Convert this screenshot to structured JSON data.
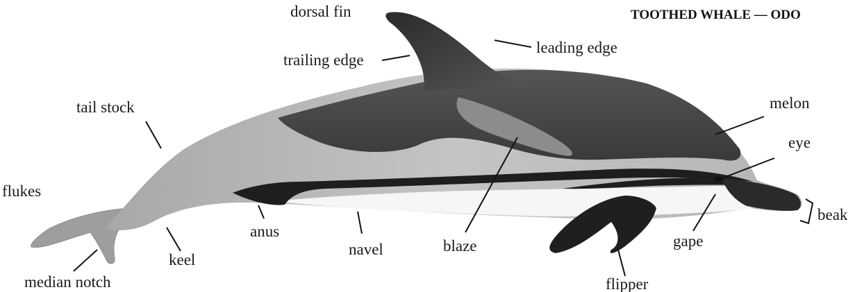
{
  "header": {
    "title": "TOOTHED WHALE — ODO"
  },
  "labels": {
    "dorsal_fin": "dorsal fin",
    "leading_edge": "leading edge",
    "trailing_edge": "trailing edge",
    "tail_stock": "tail stock",
    "melon": "melon",
    "eye": "eye",
    "flukes": "flukes",
    "beak": "beak",
    "anus": "anus",
    "keel": "keel",
    "navel": "navel",
    "blaze": "blaze",
    "gape": "gape",
    "median_notch": "median notch",
    "flipper": "flipper"
  },
  "colors": {
    "background": "#ffffff",
    "back_dark": "#4a4a4a",
    "flank_light": "#b9b9b9",
    "belly_white": "#f6f6f6",
    "stripe_black": "#1e1e1e",
    "text": "#1a1a1a"
  }
}
